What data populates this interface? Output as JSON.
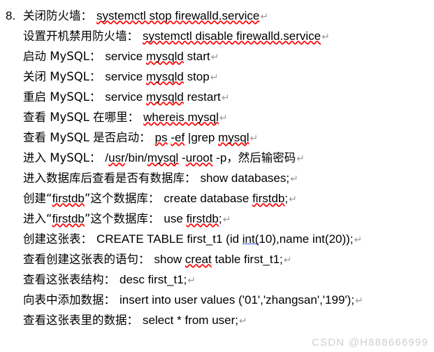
{
  "document": {
    "list_marker": "8.",
    "line_end_symbol": "↵",
    "lines": [
      {
        "label": "关闭防火墙：",
        "command": "systemctl stop firewalld.service",
        "misspelled": [
          "systemctl",
          "firewalld.service"
        ],
        "first": true
      },
      {
        "label": "设置开机禁用防火墙：",
        "command": "systemctl disable firewalld.service",
        "misspelled": [
          "systemctl",
          "firewalld.service"
        ],
        "first": false
      },
      {
        "label": "启动 MySQL：",
        "command": "service mysqld start",
        "misspelled": [
          "mysqld"
        ],
        "first": false
      },
      {
        "label": "关闭 MySQL：",
        "command": "service mysqld stop",
        "misspelled": [
          "mysqld"
        ],
        "first": false
      },
      {
        "label": "重启 MySQL：",
        "command": "service mysqld restart",
        "misspelled": [
          "mysqld"
        ],
        "first": false
      },
      {
        "label": "查看 MySQL 在哪里：",
        "command": "whereis mysql",
        "misspelled": [
          "whereis mysql"
        ],
        "first": false
      },
      {
        "label": "查看 MySQL 是否启动：",
        "command": "ps -ef |grep mysql",
        "misspelled": [
          "ps",
          "-ef",
          "mysql"
        ],
        "first": false
      },
      {
        "label": "进入 MySQL：",
        "command": "/usr/bin/mysql -uroot -p，然后输密码",
        "misspelled": [
          "usr",
          "mysql",
          "uroot"
        ],
        "first": false
      },
      {
        "label": "进入数据库后查看是否有数据库：",
        "command": "show databases;",
        "misspelled": [],
        "first": false
      },
      {
        "label": "创建“firstdb”这个数据库：",
        "command": "create database firstdb;",
        "misspelled": [
          "firstdb"
        ],
        "first": false
      },
      {
        "label": "进入“firstdb”这个数据库：",
        "command": "use firstdb;",
        "misspelled": [
          "firstdb"
        ],
        "first": false
      },
      {
        "label": "创建这张表：",
        "command": "CREATE TABLE first_t1 (id int(10),name int(20));",
        "misspelled": [],
        "grammar": [
          "int("
        ],
        "first": false
      },
      {
        "label": "查看创建这张表的语句：",
        "command": "show creat table first_t1;",
        "misspelled": [
          "creat"
        ],
        "first": false
      },
      {
        "label": "查看这张表结构：",
        "command": "desc first_t1;",
        "misspelled": [],
        "first": false
      },
      {
        "label": "向表中添加数据：",
        "command": "insert into user values ('01','zhangsan','199');",
        "misspelled": [],
        "first": false
      },
      {
        "label": "查看这张表里的数据：",
        "command": "select * from user;",
        "misspelled": [],
        "first": false
      }
    ]
  },
  "watermark": {
    "text": "CSDN @H888666999",
    "color": "#cfcfcf"
  },
  "colors": {
    "text": "#000000",
    "spellcheck_underline": "#ff0000",
    "grammar_underline": "#2b57c9",
    "paragraph_mark": "#9a9a9a",
    "background": "#ffffff"
  }
}
